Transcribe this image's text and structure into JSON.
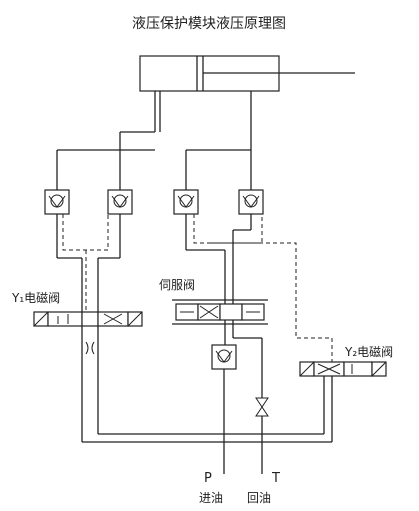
{
  "title": "液压保护模块液压原理图",
  "labels": {
    "valve_left": "Y₁电磁阀",
    "servo_valve": "伺服阀",
    "valve_right": "Y₂电磁阀",
    "port_p": "P",
    "port_t": "T",
    "inlet": "进油",
    "return": "回油"
  }
}
